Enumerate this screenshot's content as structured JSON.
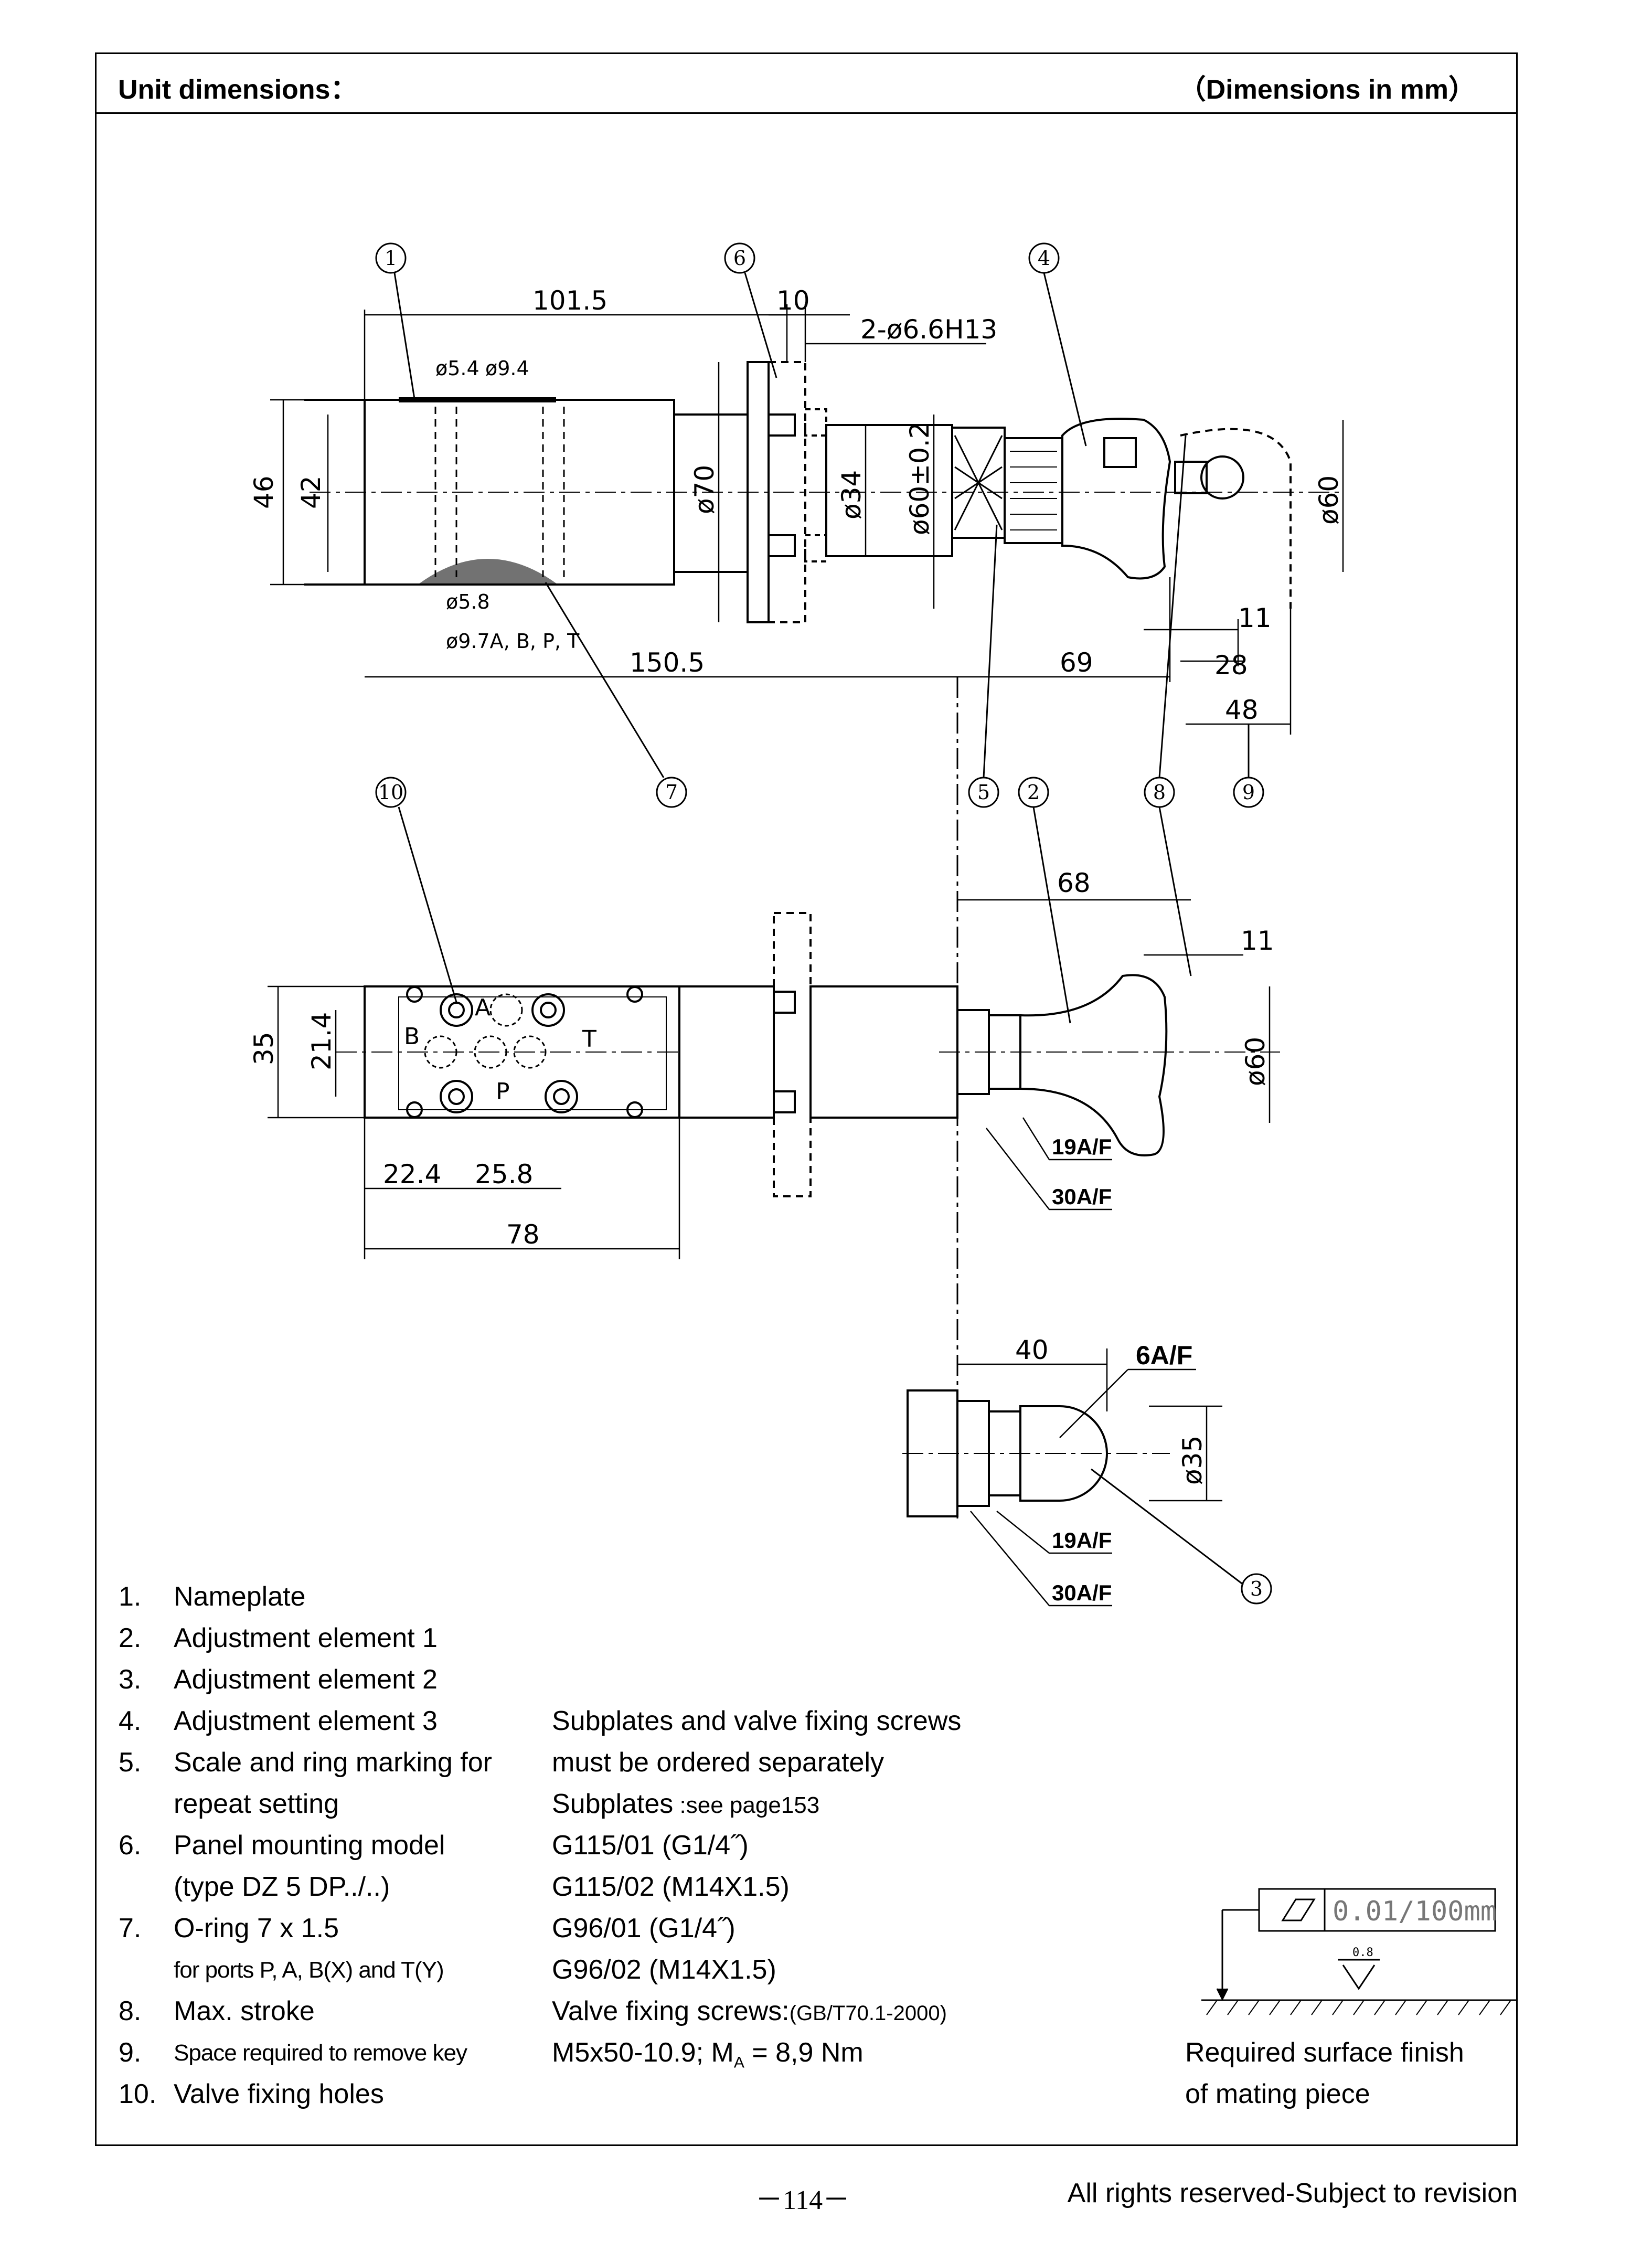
{
  "header": {
    "title": "Unit dimensions：",
    "unit_note": "（Dimensions in mm）"
  },
  "drawing": {
    "callouts": [
      "1",
      "6",
      "4",
      "7",
      "5",
      "2",
      "8",
      "9",
      "10",
      "3"
    ],
    "dims_top": [
      "101.5",
      "10",
      "2-ø6.6H13",
      "ø5.4",
      "ø9.4",
      "46",
      "42",
      "ø70",
      "ø34",
      "ø60±0.2",
      "ø60",
      "ø5.8",
      "ø9.7A, B, P, T",
      "150.5",
      "69",
      "11",
      "28",
      "48"
    ],
    "dims_middle": [
      "68",
      "11",
      "35",
      "21.4",
      "B",
      "A",
      "T",
      "P",
      "ø60",
      "19A/F",
      "30A/F",
      "22.4",
      "25.8",
      "78"
    ],
    "dims_bottom": [
      "40",
      "6A/F",
      "ø35",
      "19A/F",
      "30A/F"
    ],
    "finish": {
      "tolerance": "0.01/100mm",
      "roughness": "0.8"
    }
  },
  "legend": [
    {
      "num": "1.",
      "lines": [
        "Nameplate"
      ]
    },
    {
      "num": "2.",
      "lines": [
        "Adjustment element 1"
      ]
    },
    {
      "num": "3.",
      "lines": [
        "Adjustment element 2"
      ]
    },
    {
      "num": "4.",
      "lines": [
        "Adjustment element 3"
      ]
    },
    {
      "num": "5.",
      "lines": [
        "Scale and ring marking for",
        "repeat setting"
      ]
    },
    {
      "num": "6.",
      "lines": [
        "Panel mounting model",
        "(type  DZ 5 DP../..)"
      ]
    },
    {
      "num": "7.",
      "lines": [
        "O-ring 7 x 1.5",
        "for ports P, A, B(X) and T(Y)"
      ]
    },
    {
      "num": "8.",
      "lines": [
        "Max. stroke"
      ]
    },
    {
      "num": "9.",
      "lines": [
        "Space required to remove key"
      ]
    },
    {
      "num": "10.",
      "lines": [
        "Valve fixing holes"
      ]
    }
  ],
  "subplates": {
    "l1": "Subplates and valve fixing screws",
    "l2": "must be ordered separately",
    "l3a": "Subplates",
    "l3b": " :see page153",
    "l4": "G115/01 (G1/4˝)",
    "l5": "G115/02 (M14X1.5)",
    "l6": "G96/01 (G1/4˝)",
    "l7": "G96/02 (M14X1.5)",
    "l8a": "Valve fixing screws:",
    "l8b": "(GB/T70.1-2000)",
    "l9a": "M5x50-10.9; M",
    "l9sub": "A",
    "l9b": " = 8,9 Nm"
  },
  "surface": {
    "line1": "Required surface finish",
    "line2": "of mating piece"
  },
  "footer": {
    "page": "－114－",
    "rights": "All rights reserved-Subject to revision"
  }
}
